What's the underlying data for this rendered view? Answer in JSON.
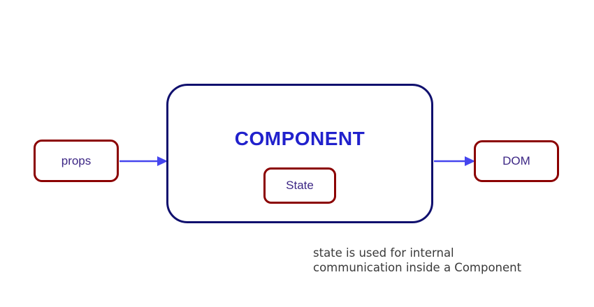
{
  "diagram": {
    "props_label": "props",
    "component_title": "COMPONENT",
    "state_label": "State",
    "dom_label": "DOM",
    "caption_line1": "state is used for internal",
    "caption_line2": "communication inside a Component",
    "colors": {
      "box_border_red": "#8b0000",
      "component_border_navy": "#10106e",
      "component_title_blue": "#2121cc",
      "label_purple": "#3d2785",
      "arrow_blue": "#4545ee",
      "caption_gray": "#3a3a3a",
      "background": "#ffffff"
    }
  }
}
